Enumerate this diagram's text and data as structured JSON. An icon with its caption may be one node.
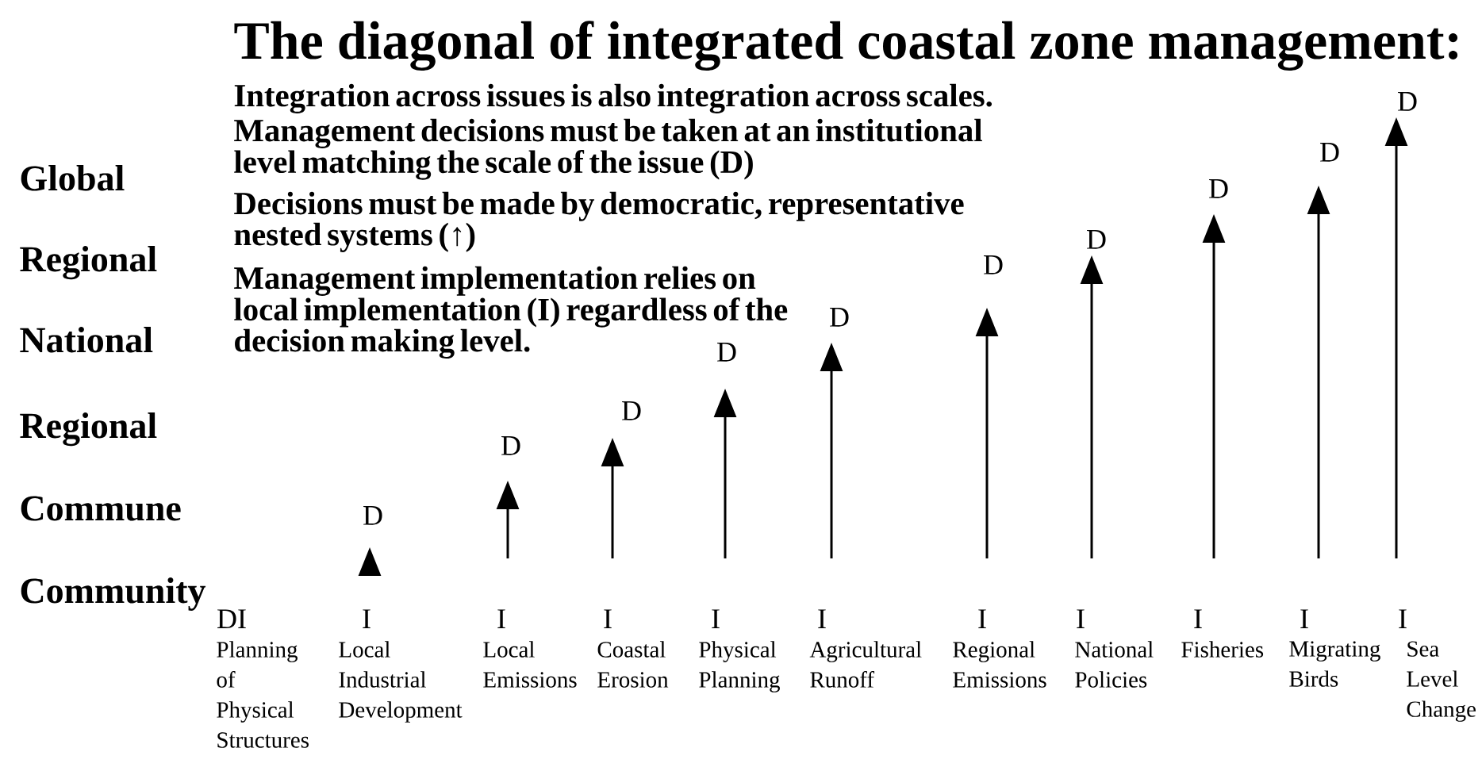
{
  "diagram": {
    "title": "The diagonal of integrated coastal zone management:",
    "nodes": [
      {
        "text": [
          "D"
        ]
      },
      {
        "text": [
          "D"
        ]
      },
      {
        "text": [
          "D"
        ]
      },
      {
        "text": [
          "D"
        ]
      },
      {
        "text": [
          "D"
        ]
      },
      {
        "text": [
          "D"
        ]
      },
      {
        "text": [
          "D"
        ]
      },
      {
        "text": [
          "D"
        ]
      },
      {
        "text": [
          "D"
        ]
      },
      {
        "text": [
          "D"
        ]
      }
    ],
    "edges": [
      {
        "from": null,
        "to": 0,
        "arrow": "to"
      },
      {
        "from": null,
        "to": 1,
        "arrow": "to"
      },
      {
        "from": null,
        "to": 2,
        "arrow": "to"
      },
      {
        "from": null,
        "to": 3,
        "arrow": "to"
      },
      {
        "from": null,
        "to": 4,
        "arrow": "to"
      },
      {
        "from": null,
        "to": 5,
        "arrow": "to"
      },
      {
        "from": null,
        "to": 6,
        "arrow": "to"
      },
      {
        "from": null,
        "to": 7,
        "arrow": "to"
      },
      {
        "from": null,
        "to": 8,
        "arrow": "to"
      },
      {
        "from": null,
        "to": 9,
        "arrow": "to"
      }
    ],
    "labels": [
      "Integration across issues is also integration across scales.",
      "Management decisions must be taken at an institutional level matching the scale of the issue (D)",
      "Decisions must be made by democratic, representative nested systems (↑)",
      "Management implementation relies on local implementation (I) regardless of the decision making level.",
      "Global",
      "Regional",
      "National",
      "Regional",
      "Commune",
      "Community",
      "DI",
      "I",
      "I",
      "I",
      "I",
      "I",
      "I",
      "I",
      "I",
      "I",
      "I",
      "Planning of Physical Structures",
      "Local Industrial Development",
      "Local Emissions",
      "Coastal Erosion",
      "Physical Planning",
      "Agricultural Runoff",
      "Regional Emissions",
      "National Policies",
      "Fisheries",
      "Migrating Birds",
      "Sea Level Change"
    ]
  }
}
